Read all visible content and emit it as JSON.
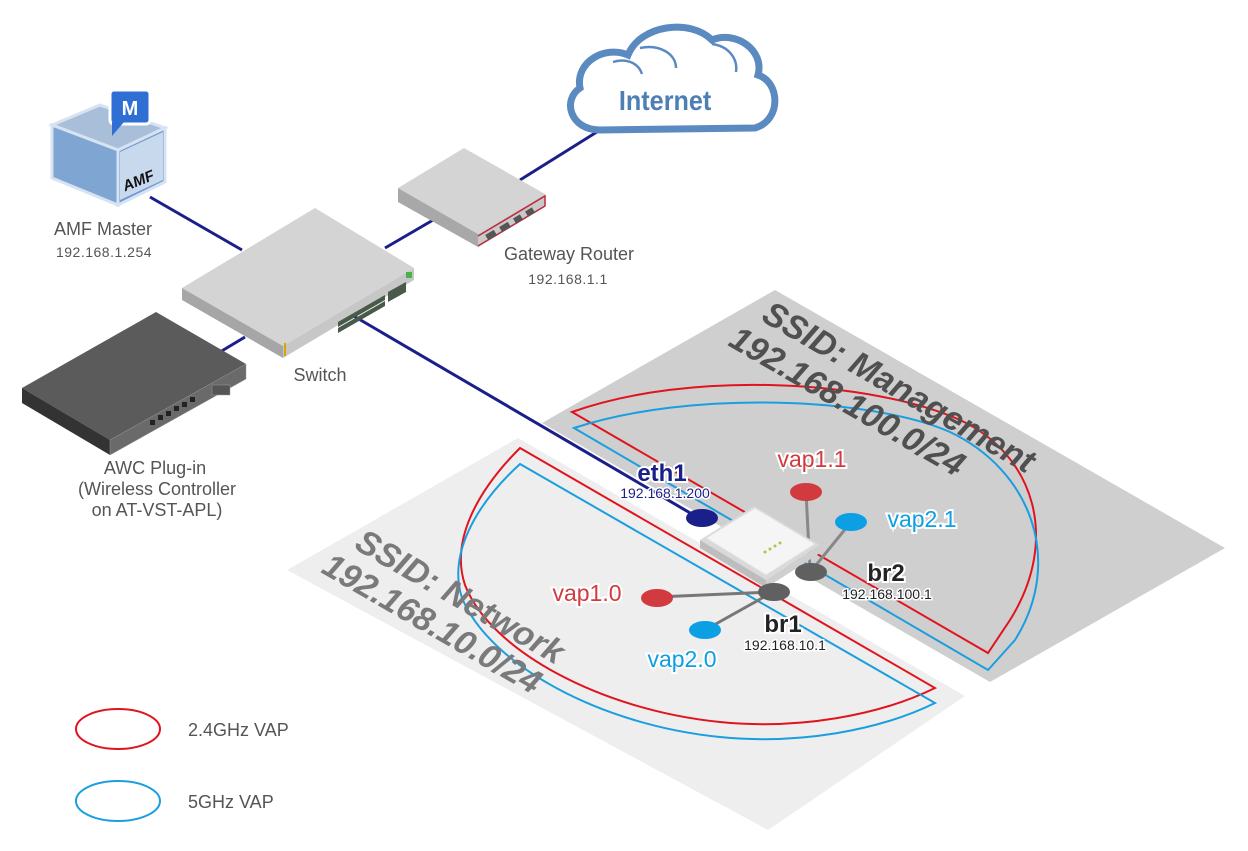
{
  "colors": {
    "cable": "#1a1f8a",
    "band_24": "#e0141e",
    "band_5": "#1a9ee0",
    "vap_red": "#d13a3e",
    "vap_blue": "#0c9fe3",
    "bridge_node": "#606060",
    "eth_node": "#1a1f8a",
    "zone_management": "#cfcfcf",
    "zone_network": "#eeeeee",
    "ssid_text_management": "#505050",
    "ssid_text_network": "#7a7a7a",
    "internet_text": "#4d7fb5"
  },
  "internet": {
    "label": "Internet"
  },
  "devices": {
    "amf_master": {
      "name": "AMF Master",
      "ip": "192.168.1.254",
      "badge": "M",
      "logo": "AMF"
    },
    "gateway_router": {
      "name": "Gateway Router",
      "ip": "192.168.1.1"
    },
    "switch": {
      "name": "Switch"
    },
    "awc_plugin": {
      "line1": "AWC Plug-in",
      "line2": "(Wireless Controller",
      "line3": "on AT-VST-APL)"
    }
  },
  "access_point": {
    "eth": {
      "name": "eth1",
      "ip": "192.168.1.200"
    },
    "bridges": [
      {
        "name": "br1",
        "ip": "192.168.10.1"
      },
      {
        "name": "br2",
        "ip": "192.168.100.1"
      }
    ],
    "vaps": [
      {
        "name": "vap1.0",
        "band": "2.4GHz"
      },
      {
        "name": "vap2.0",
        "band": "5GHz"
      },
      {
        "name": "vap1.1",
        "band": "2.4GHz"
      },
      {
        "name": "vap2.1",
        "band": "5GHz"
      }
    ]
  },
  "zones": {
    "management": {
      "ssid": "SSID: Management",
      "subnet": "192.168.100.0/24"
    },
    "network": {
      "ssid": "SSID: Network",
      "subnet": "192.168.10.0/24"
    }
  },
  "legend": [
    {
      "label": "2.4GHz VAP",
      "color": "#e0141e"
    },
    {
      "label": "5GHz VAP",
      "color": "#1a9ee0"
    }
  ]
}
